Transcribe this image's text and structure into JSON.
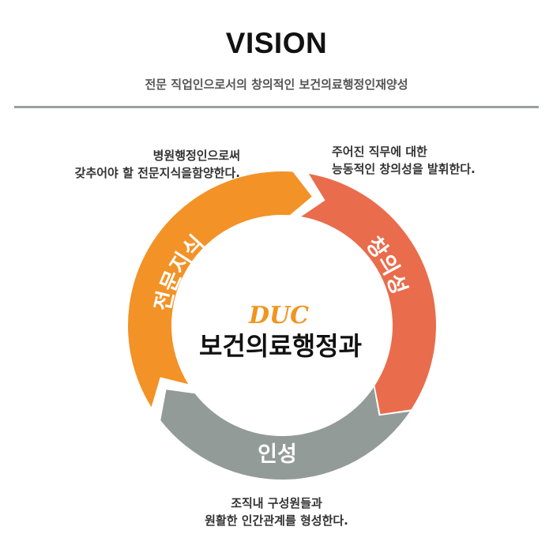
{
  "header": {
    "title": "VISION",
    "subtitle": "전문 직업인으로서의 창의적인 보건의료행정인재양성"
  },
  "descriptions": {
    "left": [
      "병원행정인으로써",
      "갖추어야 할 전문지식을함양한다."
    ],
    "right": [
      "주어진 직무에 대한",
      "능동적인 창의성을 발휘한다."
    ],
    "bottom": [
      "조직내 구성원들과",
      "원활한 인간관계를 형성한다."
    ]
  },
  "center": {
    "logo": "DUC",
    "name": "보건의료행정과"
  },
  "segments": [
    {
      "label": "전문지식",
      "color": "#f39226"
    },
    {
      "label": "창의성",
      "color": "#e96c4c"
    },
    {
      "label": "인성",
      "color": "#939b98"
    }
  ]
}
